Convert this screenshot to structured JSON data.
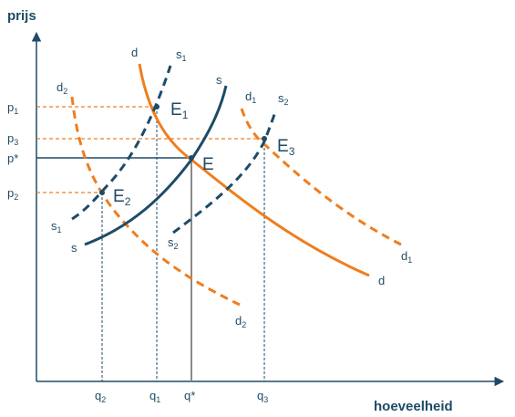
{
  "axes": {
    "y_title": "prijs",
    "x_title": "hoeveelheid"
  },
  "price_ticks": [
    {
      "id": "p1",
      "base": "p",
      "sub": "1"
    },
    {
      "id": "p3",
      "base": "p",
      "sub": "3"
    },
    {
      "id": "pstar",
      "base": "p*",
      "sub": ""
    },
    {
      "id": "p2",
      "base": "p",
      "sub": "2"
    }
  ],
  "quantity_ticks": [
    {
      "id": "q2",
      "base": "q",
      "sub": "2"
    },
    {
      "id": "q1",
      "base": "q",
      "sub": "1"
    },
    {
      "id": "qstar",
      "base": "q*",
      "sub": ""
    },
    {
      "id": "q3",
      "base": "q",
      "sub": "3"
    }
  ],
  "points": [
    {
      "id": "E1",
      "base": "E",
      "sub": "1"
    },
    {
      "id": "E",
      "base": "E",
      "sub": ""
    },
    {
      "id": "E3",
      "base": "E",
      "sub": "3"
    },
    {
      "id": "E2",
      "base": "E",
      "sub": "2"
    }
  ],
  "curve_labels": [
    {
      "id": "d-top",
      "base": "d",
      "sub": ""
    },
    {
      "id": "d-bottom",
      "base": "d",
      "sub": ""
    },
    {
      "id": "s-top",
      "base": "s",
      "sub": ""
    },
    {
      "id": "s-bottom",
      "base": "s",
      "sub": ""
    },
    {
      "id": "s1-top",
      "base": "s",
      "sub": "1"
    },
    {
      "id": "s1-bottom",
      "base": "s",
      "sub": "1"
    },
    {
      "id": "s2-top",
      "base": "s",
      "sub": "2"
    },
    {
      "id": "s2-bottom",
      "base": "s",
      "sub": "2"
    },
    {
      "id": "d1-top",
      "base": "d",
      "sub": "1"
    },
    {
      "id": "d1-bottom",
      "base": "d",
      "sub": "1"
    },
    {
      "id": "d2-top",
      "base": "d",
      "sub": "2"
    },
    {
      "id": "d2-bottom",
      "base": "d",
      "sub": "2"
    }
  ],
  "colors": {
    "supply": "#1e4b66",
    "demand": "#f07d1e",
    "axis": "#1e4b66",
    "guide_orange": "#f07d1e",
    "guide_blue": "#1e4b66",
    "guide_gray": "#8a8a8a"
  }
}
